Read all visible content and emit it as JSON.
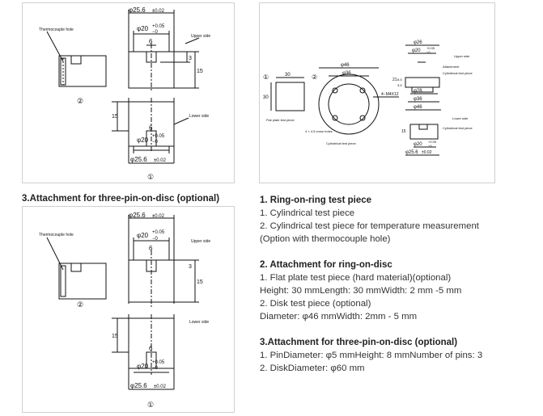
{
  "drawing1": {
    "dim_outer_top": "φ25.6",
    "tol_outer_top": "±0.02",
    "dim_inner_top": "φ20",
    "tol_inner_top_plus": "+0.05",
    "tol_inner_top_minus": "−0",
    "thermocouple_label": "Thermocouple hole",
    "upper_side_label": "Upper side",
    "slot_width": "6",
    "slot_depth": "3",
    "height_top": "15",
    "view_label_2": "②",
    "lower_side_label": "Lower side",
    "height_bottom": "15",
    "slot_width_bottom": "6",
    "dim_inner_bottom": "φ20",
    "tol_inner_bottom_plus": "+0.05",
    "tol_inner_bottom_minus": "−0",
    "dim_outer_bottom": "φ25.6",
    "tol_outer_bottom": "±0.02",
    "view_label_1": "①"
  },
  "drawing2": {
    "label_1": "①",
    "label_2": "②",
    "flat_width": "30",
    "flat_height": "30",
    "flat_caption": "Flat plate test piece",
    "disk_outer": "φ46",
    "disk_inner": "φ36",
    "hole_note": "4−M4X12",
    "bolt_note": "4 × 4.5 cross holes",
    "disk_caption": "Cylindrical test piece",
    "r_top": "φ26",
    "r_in": "φ20",
    "r_in_tol_plus": "+0.05",
    "r_in_tol_minus": "−0",
    "upper_side": "Upper side",
    "attachment_label": "Attachment",
    "cyl_label": "Cylindrical test piece",
    "d21": "21",
    "d_small1": "8.5",
    "d_small2": "3.5",
    "d28": "φ28",
    "d36": "φ36",
    "d46": "φ46",
    "lower_side": "Lower side",
    "cyl_label2": "Cylindrical test piece",
    "d15": "15",
    "r_in2": "φ20",
    "r_in2_tol_plus": "+0.05",
    "r_in2_tol_minus": "−0",
    "r_out2": "φ25.6",
    "r_out2_tol": "±0.02"
  },
  "left_caption": "3.Attachment for three-pin-on-disc (optional)",
  "info": {
    "s1_title": "1. Ring-on-ring test piece",
    "s1_l1": "1. Cylindrical test piece",
    "s1_l2": "2. Cylindrical test piece for temperature measurement",
    "s1_l3": "(Option with thermocouple hole)",
    "s2_title": "2. Attachment for ring-on-disc",
    "s2_l1": "1. Flat plate test piece (hard material)(optional)",
    "s2_l2": "Height: 30 mmLength: 30 mmWidth: 2 mm -5 mm",
    "s2_l3": "2. Disk test piece (optional)",
    "s2_l4": "Diameter: φ46 mmWidth: 2mm - 5 mm",
    "s3_title": "3.Attachment for three-pin-on-disc (optional)",
    "s3_l1": "1. PinDiameter: φ5 mmHeight: 8 mmNumber of pins: 3",
    "s3_l2": "2. DiskDiameter: φ60 mm"
  }
}
